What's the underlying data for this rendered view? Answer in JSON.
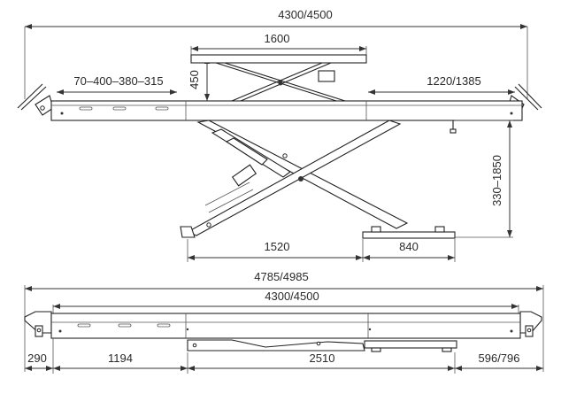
{
  "side_view": {
    "overall_length": "4300/4500",
    "platform_top_width": "1600",
    "platform_height": "450",
    "ramp_offsets": "70–400–380–315",
    "extension_length": "1220/1385",
    "lift_height_range": "330–1850",
    "scissor_span": "1520",
    "base_plate_width": "840"
  },
  "top_view": {
    "overall_length_with_ramps": "4785/4985",
    "platform_length": "4300/4500",
    "left_ramp": "290",
    "left_section": "1194",
    "center_section": "2510",
    "right_ramp": "596/796"
  }
}
